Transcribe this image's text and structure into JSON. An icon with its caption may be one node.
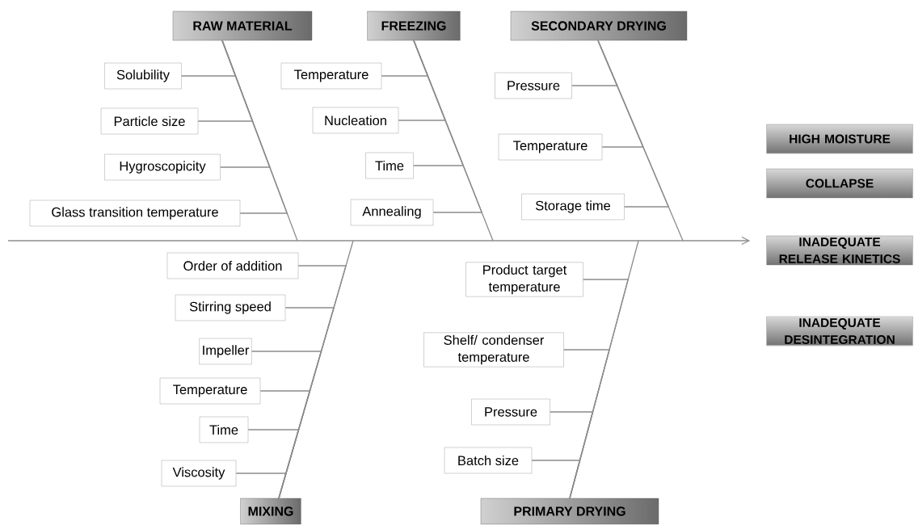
{
  "diagram": {
    "nodes": [
      {
        "text": [
          "RAW MATERIAL"
        ]
      },
      {
        "text": [
          "Solubility"
        ]
      },
      {
        "text": [
          "Particle size"
        ]
      },
      {
        "text": [
          "Hygroscopicity"
        ]
      },
      {
        "text": [
          "Glass transition temperature"
        ]
      },
      {
        "text": [
          "FREEZING"
        ]
      },
      {
        "text": [
          "Temperature"
        ]
      },
      {
        "text": [
          "Nucleation"
        ]
      },
      {
        "text": [
          "Time"
        ]
      },
      {
        "text": [
          "Annealing"
        ]
      },
      {
        "text": [
          "SECONDARY DRYING"
        ]
      },
      {
        "text": [
          "Pressure"
        ]
      },
      {
        "text": [
          "Temperature"
        ]
      },
      {
        "text": [
          "Storage time"
        ]
      },
      {
        "text": [
          "Order of addition"
        ]
      },
      {
        "text": [
          "Stirring speed"
        ]
      },
      {
        "text": [
          "Impeller"
        ]
      },
      {
        "text": [
          "Temperature"
        ]
      },
      {
        "text": [
          "Time"
        ]
      },
      {
        "text": [
          "Viscosity"
        ]
      },
      {
        "text": [
          "MIXING"
        ]
      },
      {
        "text": [
          "Product target temperature"
        ]
      },
      {
        "text": [
          "Shelf/ condenser temperature"
        ]
      },
      {
        "text": [
          "Pressure"
        ]
      },
      {
        "text": [
          "Batch size"
        ]
      },
      {
        "text": [
          "PRIMARY DRYING"
        ]
      },
      {
        "text": [
          "HIGH MOISTURE"
        ]
      },
      {
        "text": [
          "COLLAPSE"
        ]
      },
      {
        "text": [
          "INADEQUATE RELEASE KINETICS"
        ]
      },
      {
        "text": [
          "INADEQUATE DESINTEGRATION"
        ]
      }
    ],
    "edges": [
      {
        "from": 1,
        "to": 0,
        "arrow": "none"
      },
      {
        "from": 2,
        "to": 0,
        "arrow": "none"
      },
      {
        "from": 3,
        "to": 0,
        "arrow": "none"
      },
      {
        "from": 4,
        "to": 0,
        "arrow": "none"
      },
      {
        "from": 6,
        "to": 5,
        "arrow": "none"
      },
      {
        "from": 7,
        "to": 5,
        "arrow": "none"
      },
      {
        "from": 8,
        "to": 5,
        "arrow": "none"
      },
      {
        "from": 9,
        "to": 5,
        "arrow": "none"
      },
      {
        "from": 11,
        "to": 10,
        "arrow": "none"
      },
      {
        "from": 12,
        "to": 10,
        "arrow": "none"
      },
      {
        "from": 13,
        "to": 10,
        "arrow": "none"
      },
      {
        "from": 14,
        "to": 20,
        "arrow": "none"
      },
      {
        "from": 15,
        "to": 20,
        "arrow": "none"
      },
      {
        "from": 16,
        "to": 20,
        "arrow": "none"
      },
      {
        "from": 17,
        "to": 20,
        "arrow": "none"
      },
      {
        "from": 18,
        "to": 20,
        "arrow": "none"
      },
      {
        "from": 19,
        "to": 20,
        "arrow": "none"
      },
      {
        "from": 21,
        "to": 25,
        "arrow": "none"
      },
      {
        "from": 22,
        "to": 25,
        "arrow": "none"
      },
      {
        "from": 23,
        "to": 25,
        "arrow": "none"
      },
      {
        "from": 24,
        "to": 25,
        "arrow": "none"
      },
      {
        "from": 0,
        "to": null,
        "arrow": "none"
      },
      {
        "from": 5,
        "to": null,
        "arrow": "none"
      },
      {
        "from": 10,
        "to": null,
        "arrow": "none"
      },
      {
        "from": 20,
        "to": null,
        "arrow": "none"
      },
      {
        "from": 25,
        "to": null,
        "arrow": "none"
      },
      {
        "from": null,
        "to": 28,
        "arrow": "to"
      }
    ]
  }
}
